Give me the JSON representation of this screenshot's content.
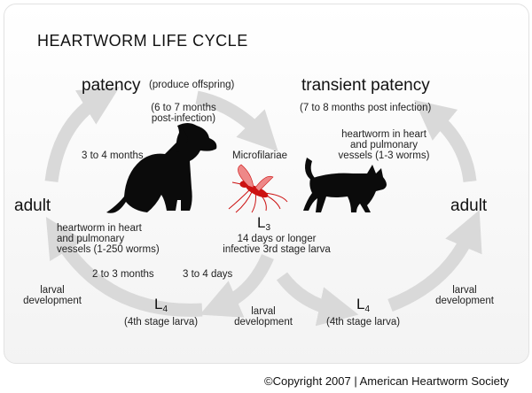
{
  "title": "HEARTWORM LIFE CYCLE",
  "copyright": "©Copyright 2007 | American Heartworm Society",
  "colors": {
    "arrow": "#d9d9d9",
    "silhouette": "#0b0b0b",
    "mosquito": "#cc1111"
  },
  "dog_side": {
    "patency": "patency",
    "patency_note": "(produce offspring)",
    "patency_time_1": "(6 to 7 months",
    "patency_time_2": "post-infection)",
    "adult_time": "3 to 4 months",
    "adult": "adult",
    "adult_desc_1": "heartworm in heart",
    "adult_desc_2": "and pulmonary",
    "adult_desc_3": "vessels (1-250 worms)",
    "l4_to_adult": "2 to 3 months",
    "larval_dev_1": "larval",
    "larval_dev_2": "development",
    "l4_letter": "L",
    "l4_sub": "4",
    "l4_desc": "(4th stage larva)"
  },
  "center": {
    "microfilariae": "Microfilariae",
    "l3_letter": "L",
    "l3_sub": "3",
    "l3_desc_1": "14 days or longer",
    "l3_desc_2": "infective 3rd stage larva",
    "l3_to_l4": "3 to 4 days",
    "larval_dev_1": "larval",
    "larval_dev_2": "development"
  },
  "cat_side": {
    "transient_patency": "transient patency",
    "time": "(7 to 8 months post infection)",
    "desc_1": "heartworm in heart",
    "desc_2": "and pulmonary",
    "desc_3": "vessels (1-3 worms)",
    "adult": "adult",
    "larval_dev_1": "larval",
    "larval_dev_2": "development",
    "l4_letter": "L",
    "l4_sub": "4",
    "l4_desc": "(4th stage larva)"
  }
}
